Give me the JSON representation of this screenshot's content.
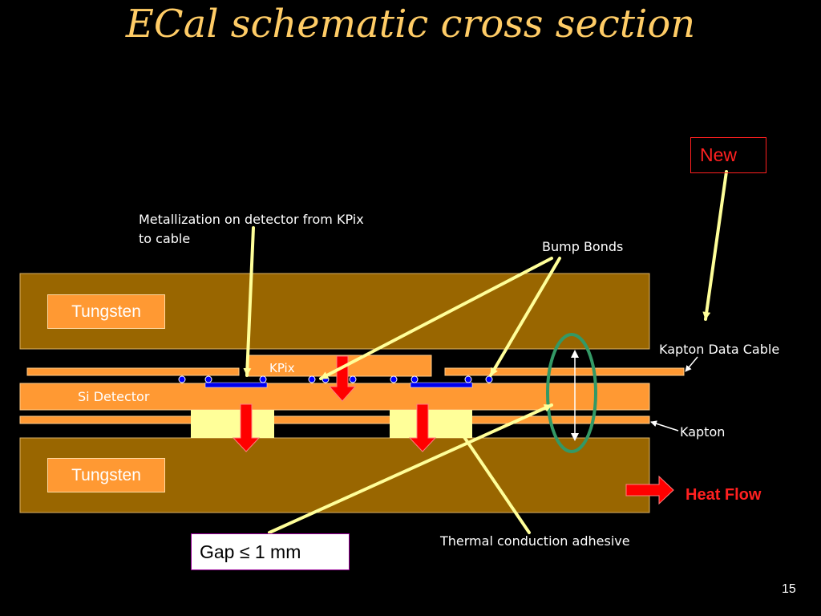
{
  "slide": {
    "title": "ECal schematic cross section",
    "page_number": "15"
  },
  "labels": {
    "tungsten_top": "Tungsten",
    "tungsten_bottom": "Tungsten",
    "kpix": "KPix",
    "si_detector": "Si Detector",
    "new": "New",
    "metallization_line1": "Metallization on detector from KPix",
    "metallization_line2": "to cable",
    "bump_bonds": "Bump Bonds",
    "kapton_data_cable": "Kapton Data Cable",
    "kapton": "Kapton",
    "heat_flow": "Heat Flow",
    "gap": "Gap ≤ 1 mm",
    "thermal_adhesive": "Thermal conduction adhesive"
  },
  "colors": {
    "background": "#000000",
    "title": "#ffcc66",
    "tungsten": "#996600",
    "detector": "#ff9933",
    "adhesive": "#ffff99",
    "bump_bond": "#0000ff",
    "heat_arrow": "#ff0000",
    "callout_line": "#ffff99",
    "gap_ellipse": "#339966",
    "new_border": "#ff2020"
  }
}
